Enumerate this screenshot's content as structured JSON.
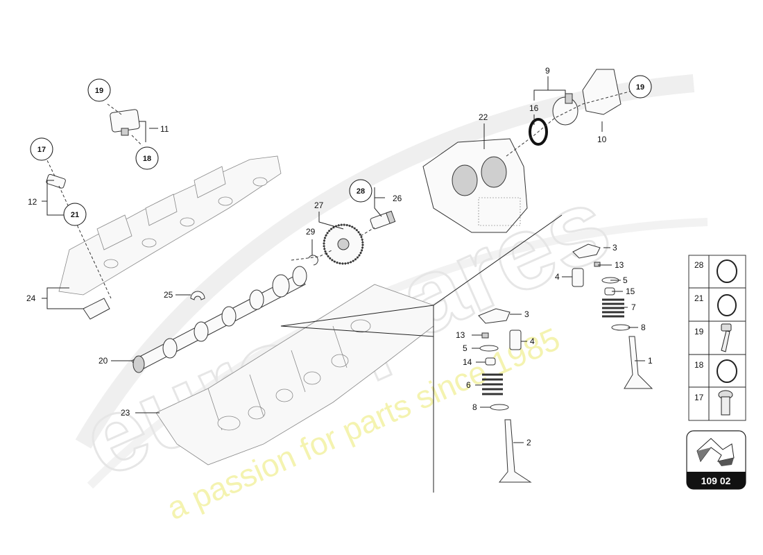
{
  "watermark": {
    "logo": "eurospares",
    "tagline": "a passion for parts since 1985"
  },
  "callouts": {
    "c19a": "19",
    "c18": "18",
    "c17": "17",
    "c21": "21",
    "c28": "28",
    "c19b": "19"
  },
  "labels": {
    "l11": "11",
    "l12": "12",
    "l24": "24",
    "l25": "25",
    "l20": "20",
    "l23": "23",
    "l27": "27",
    "l29": "29",
    "l26": "26",
    "l22": "22",
    "l16": "16",
    "l9": "9",
    "l10": "10",
    "r3a": "3",
    "r13a": "13",
    "r4a": "4",
    "r5a": "5",
    "r15": "15",
    "r7": "7",
    "r8a": "8",
    "r1": "1",
    "c3b": "3",
    "c13b": "13",
    "c4b": "4",
    "c5b": "5",
    "c14": "14",
    "c6": "6",
    "c8b": "8",
    "c2": "2"
  },
  "legend": {
    "rows": [
      "28",
      "21",
      "19",
      "18",
      "17"
    ]
  },
  "badge": {
    "code": "109 02"
  }
}
